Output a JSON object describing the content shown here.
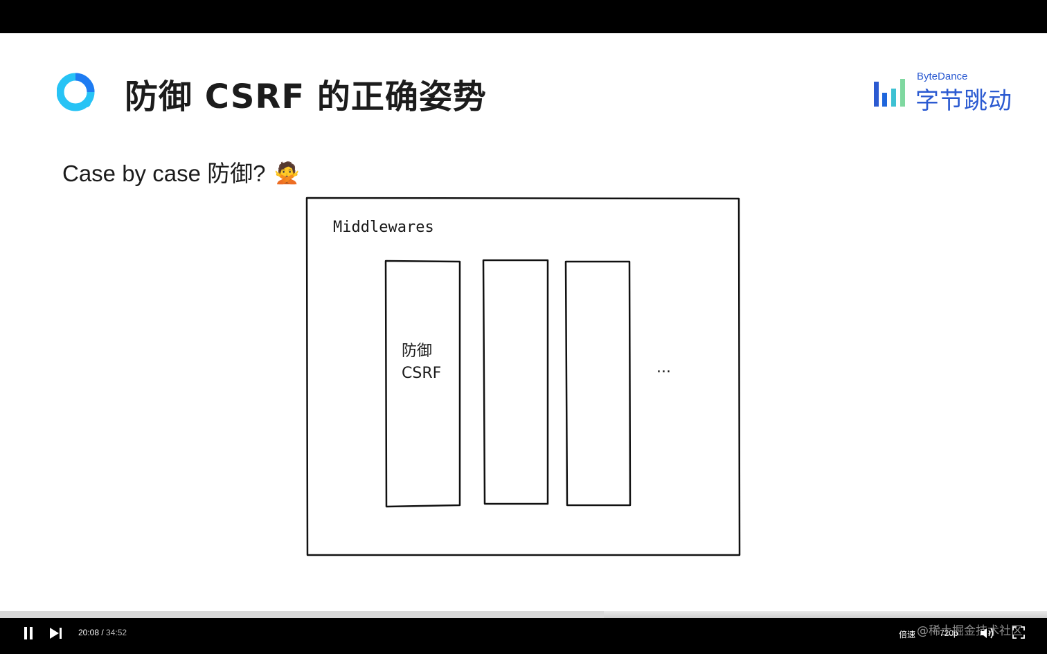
{
  "slide": {
    "title": "防御 CSRF 的正确姿势",
    "brand_en": "ByteDance",
    "brand_zh": "字节跳动",
    "subtitle": "Case by case 防御?",
    "subtitle_emoji": "🙅",
    "diagram": {
      "container_label": "Middlewares",
      "column1_line1": "防御",
      "column1_line2": "CSRF",
      "ellipsis": "..."
    }
  },
  "player": {
    "current_time": "20:08",
    "separator": " / ",
    "duration": "34:52",
    "progress_fraction": 0.577,
    "rate_label": "倍速",
    "quality_label": "720p",
    "watermark": "@稀土掘金技术社区"
  },
  "colors": {
    "brand_blue": "#2b5ad1",
    "logo_blue": "#1e7bf2",
    "logo_cyan": "#27c3f5"
  }
}
